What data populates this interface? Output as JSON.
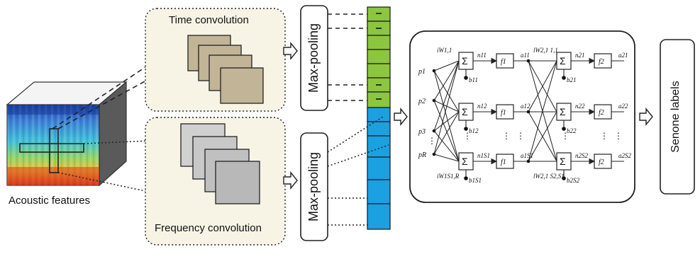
{
  "labels": {
    "acoustic_features": "Acoustic features",
    "time_convolution": "Time convolution",
    "frequency_convolution": "Frequency convolution",
    "max_pooling_top": "Max-pooling",
    "max_pooling_bottom": "Max-pooling",
    "senone_labels": "Senone labels"
  },
  "network": {
    "inputs": [
      "p1",
      "p2",
      "p3",
      "pR"
    ],
    "layer1": {
      "weight_top": "iW1,1",
      "weight_bottom": "iW1S1,R",
      "sum": "Σ",
      "net": [
        "n11",
        "n12",
        "n1S1"
      ],
      "bias": [
        "b11",
        "b12",
        "b1S1"
      ],
      "func": "f1",
      "out": [
        "a11",
        "a12",
        "a1S1"
      ]
    },
    "layer2": {
      "weight_top": "lW2,1 1,1",
      "weight_bottom": "lW2,1 S2,S1",
      "sum": "Σ",
      "net": [
        "n21",
        "n22",
        "n2S2"
      ],
      "bias": [
        "b21",
        "b22",
        "b2S2"
      ],
      "func": "f2",
      "out": [
        "a21",
        "a22",
        "a2S2"
      ]
    }
  },
  "colors": {
    "pool_green": "#8cc63f",
    "pool_blue": "#1ba1e2",
    "conv_panel": "#f7f4e6",
    "time_filter": "#c2b497",
    "freq_filter": "#c8c8c8"
  }
}
